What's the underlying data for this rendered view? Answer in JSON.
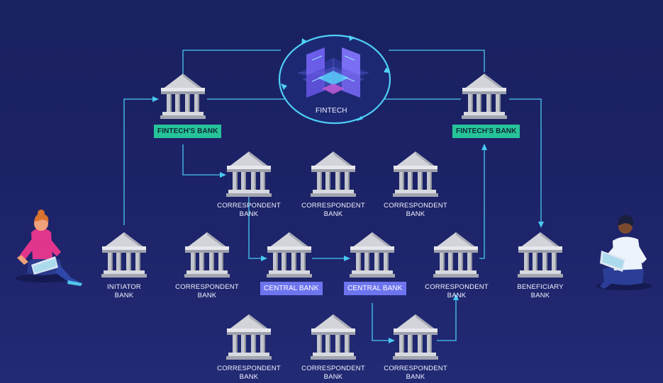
{
  "colors": {
    "background": "#1c2266",
    "connector": "#48c9f2",
    "fintech_bank_tag": "#27c49a",
    "central_bank_tag": "#6d74ee"
  },
  "fintech": {
    "label": "FINTECH"
  },
  "banks": {
    "initiator": [
      "INITIATOR",
      "BANK"
    ],
    "beneficiary": [
      "BENEFICIARY",
      "BANK"
    ],
    "fintech_left": "FINTECH'S BANK",
    "fintech_right": "FINTECH'S BANK",
    "central_left": "CENTRAL BANK",
    "central_right": "CENTRAL BANK",
    "correspondent": [
      "CORRESPONDENT",
      "BANK"
    ]
  },
  "icons": {
    "bank": "bank-building-icon",
    "initiator_person": "person-with-laptop-icon",
    "beneficiary_person": "person-with-laptop-icon",
    "fintech_hub": "fintech-platform-icon"
  }
}
